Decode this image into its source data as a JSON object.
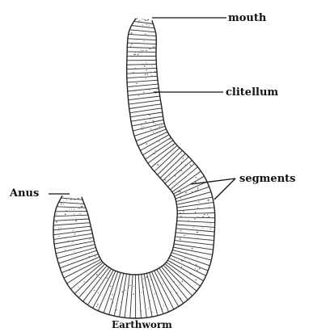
{
  "labels": {
    "mouth": "mouth",
    "clitellum": "clitellum",
    "segments": "segments",
    "anus": "Anus"
  },
  "caption": "Earthworm"
}
